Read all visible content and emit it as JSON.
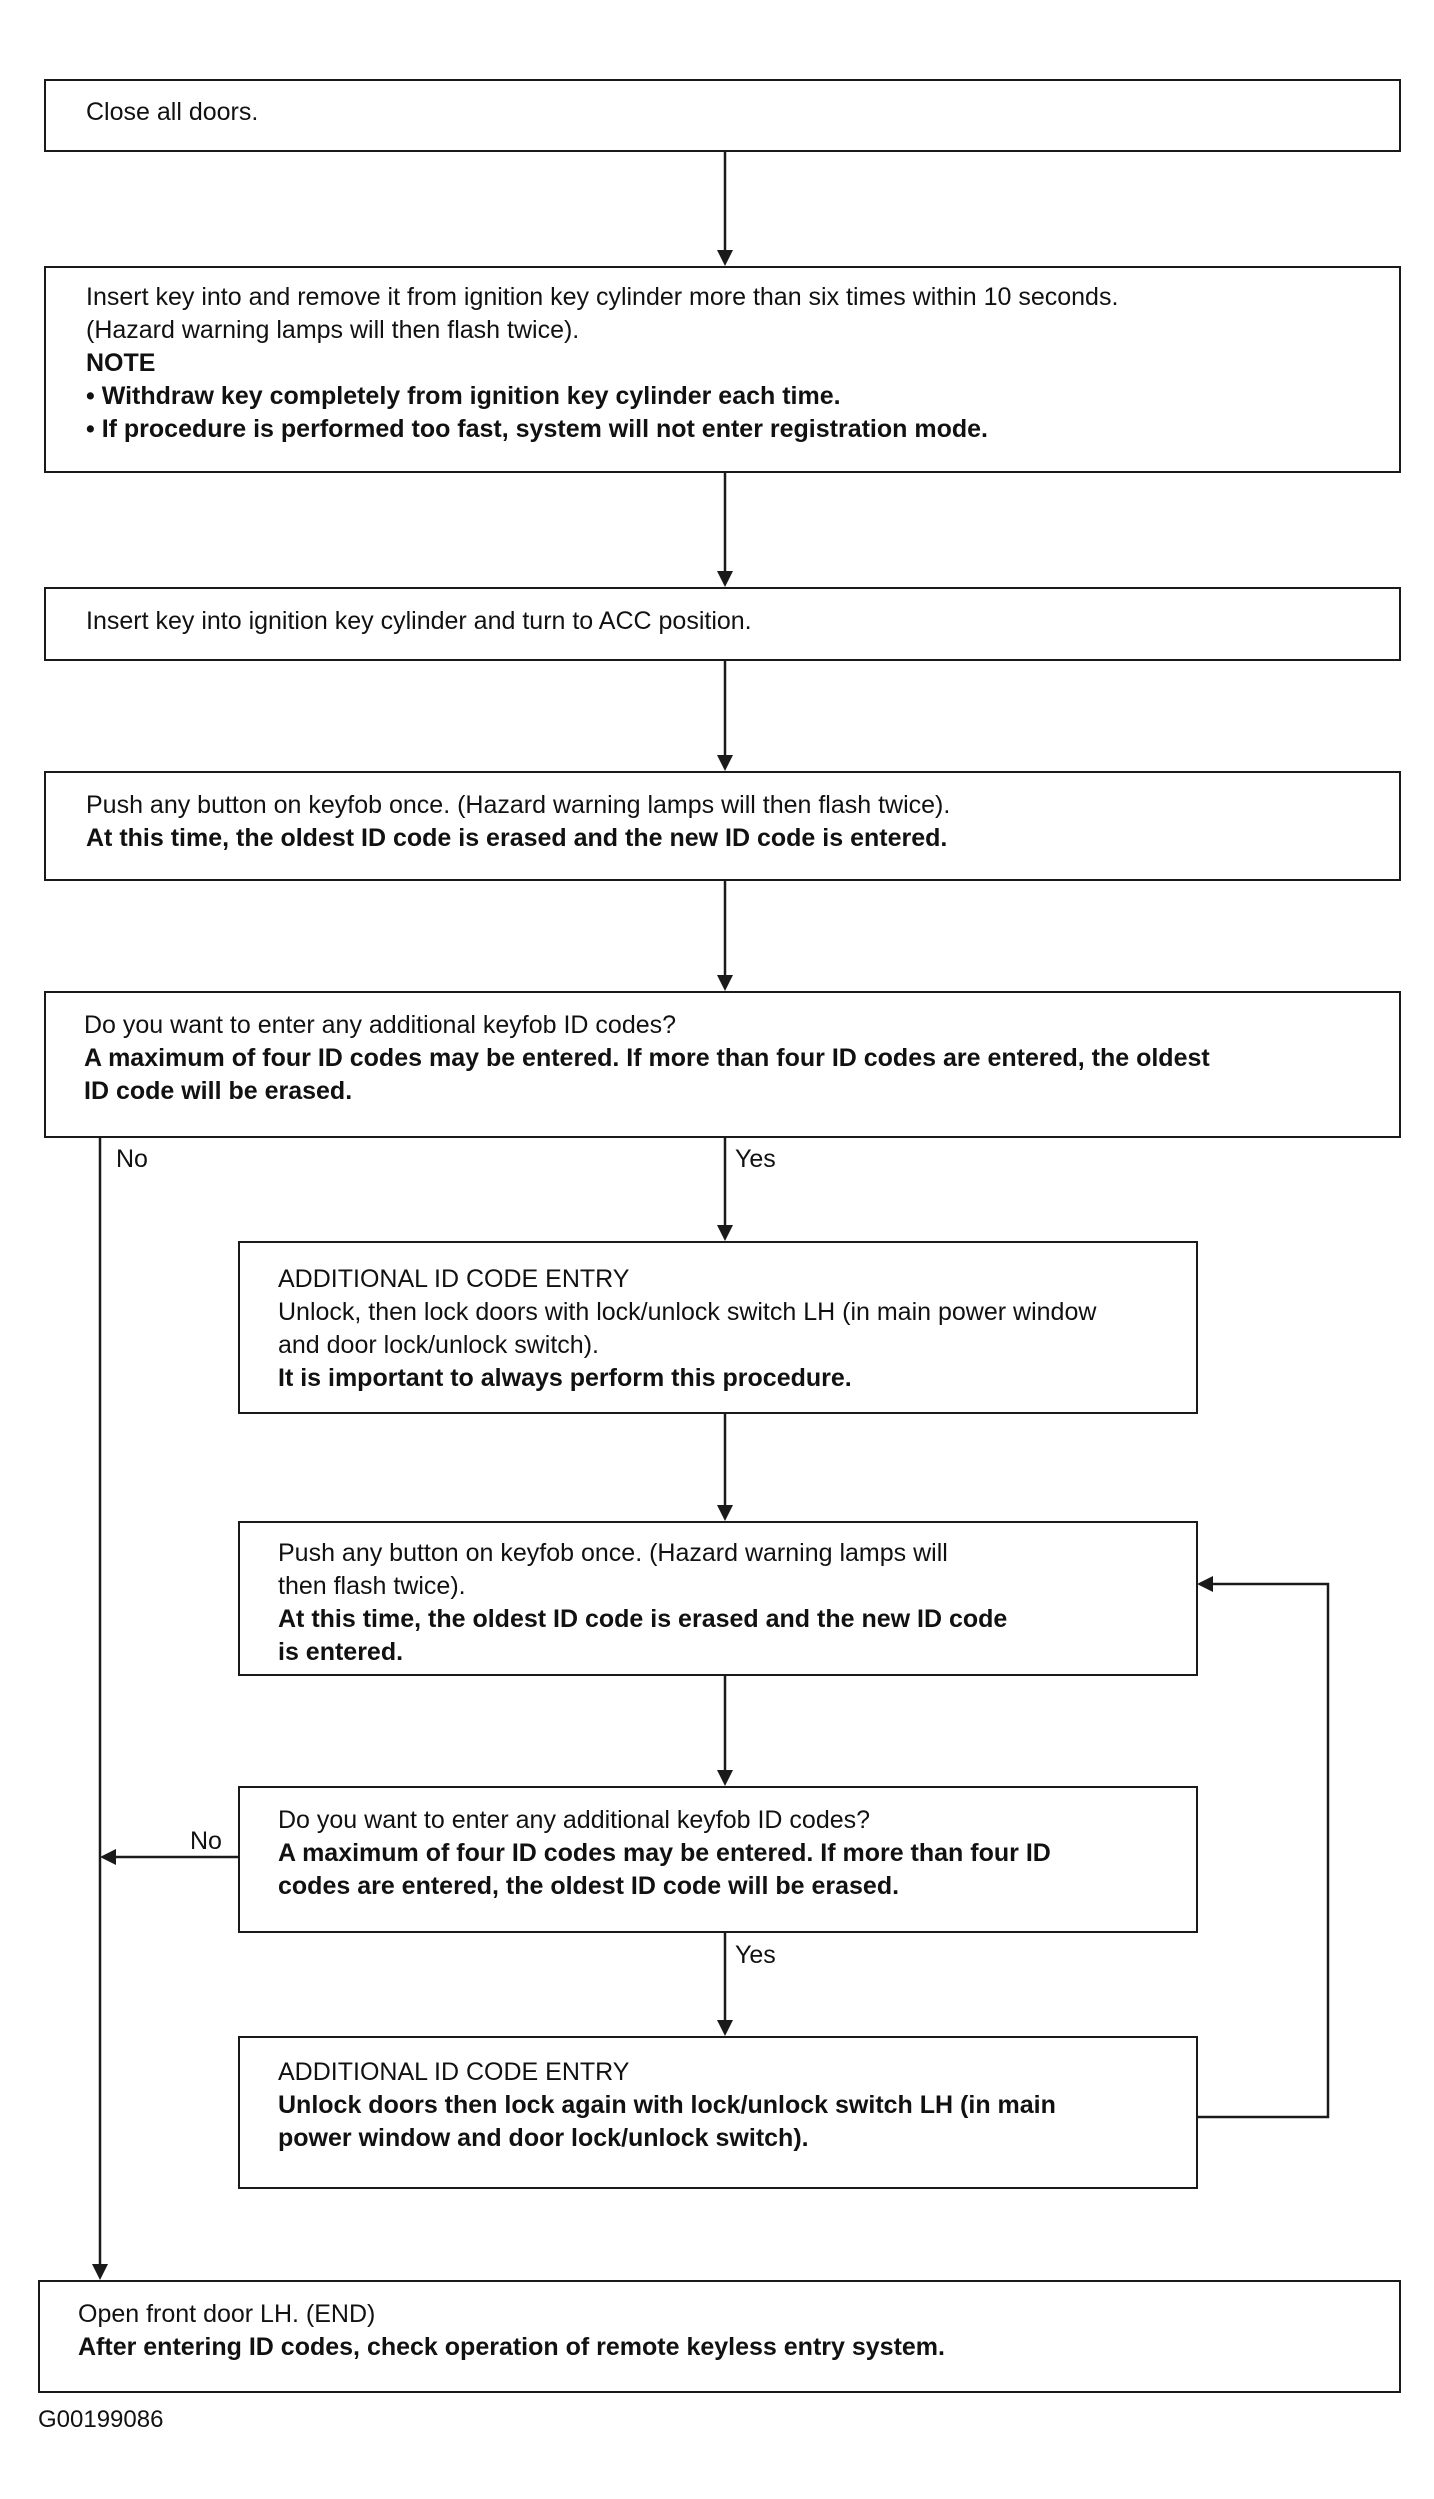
{
  "steps": {
    "close_doors": {
      "text": "Close all doors."
    },
    "insert_remove_key": {
      "line1": "Insert key into and remove it from ignition key cylinder more than six times within 10 seconds.",
      "line2": "(Hazard warning lamps will then flash twice).",
      "note_heading": "NOTE",
      "note1": "• Withdraw key completely from ignition key cylinder each time.",
      "note2": "• If procedure is performed too fast, system will not enter registration mode."
    },
    "acc_position": {
      "text": "Insert key into ignition key cylinder and turn to ACC position."
    },
    "push_button_first": {
      "line1": "Push any button on keyfob once.  (Hazard warning lamps will then flash twice).",
      "line2": "At this time, the oldest ID code is erased and the new ID code is entered."
    },
    "question_first": {
      "line1": "Do you want to enter any additional keyfob ID codes?",
      "line2": "A maximum of four ID codes may be entered.  If more than four ID codes are entered, the oldest",
      "line3": "ID code will be erased."
    },
    "additional_entry_first": {
      "heading": "ADDITIONAL ID CODE ENTRY",
      "line1": "Unlock, then lock doors with lock/unlock switch LH (in main power window",
      "line2": "and door lock/unlock switch).",
      "line3": "It is important to always perform this procedure."
    },
    "push_button_loop": {
      "line1": "Push any button on keyfob once.  (Hazard warning lamps will",
      "line2": "then flash twice).",
      "line3": "At this time, the oldest ID code is erased and the new ID code",
      "line4": "is entered."
    },
    "question_loop": {
      "line1": "Do you want to enter any additional keyfob ID codes?",
      "line2": "A maximum of four ID codes may be entered.  If more than four ID",
      "line3": "codes are entered, the oldest ID code will be erased."
    },
    "additional_entry_loop": {
      "heading": "ADDITIONAL ID CODE ENTRY",
      "line1": "Unlock doors then lock again with lock/unlock switch LH (in main",
      "line2": "power window and door lock/unlock switch)."
    },
    "end": {
      "line1": "Open front door LH.  (END)",
      "line2": "After entering ID codes, check operation of remote keyless entry system."
    }
  },
  "branch_labels": {
    "no_first": "No",
    "yes_first": "Yes",
    "no_loop": "No",
    "yes_loop": "Yes"
  },
  "figure_code": "G00199086"
}
